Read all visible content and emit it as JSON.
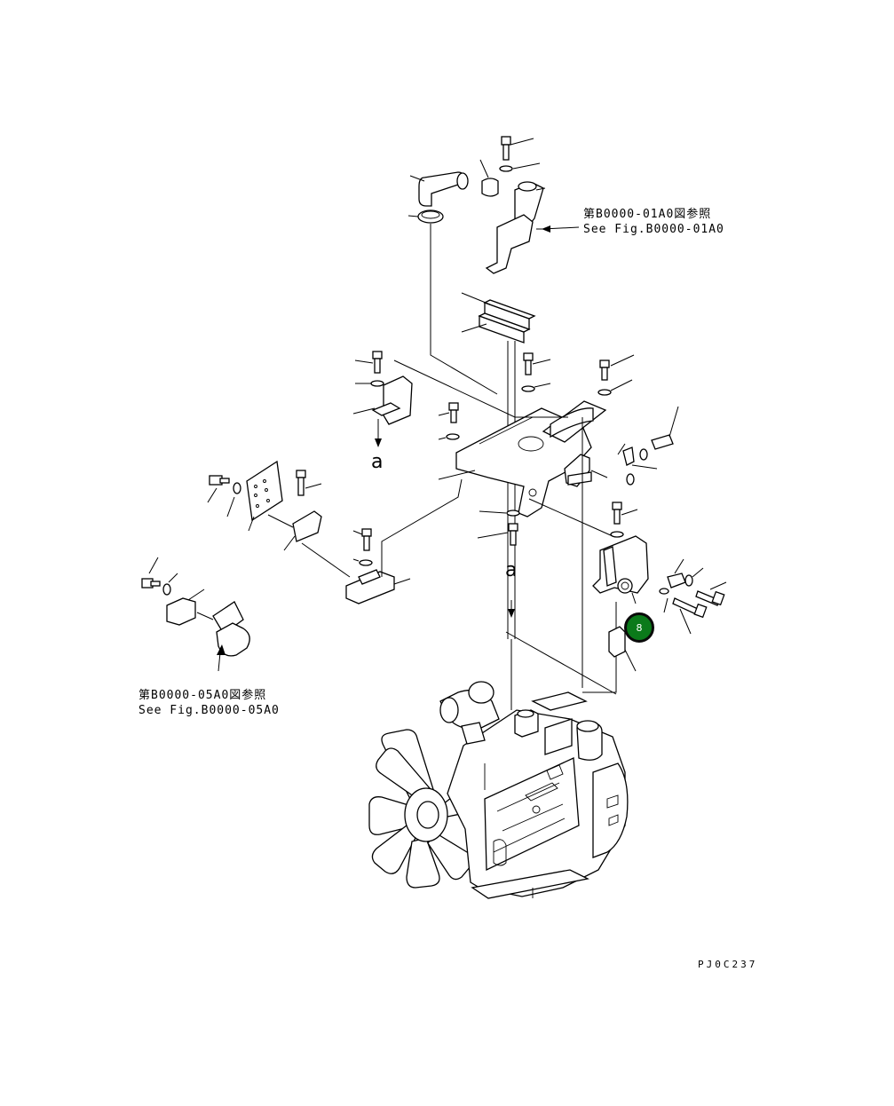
{
  "references": {
    "top_jp": "第B0000-01A0図参照",
    "top_en": "See Fig.B0000-01A0",
    "left_jp": "第B0000-05A0図参照",
    "left_en": "See Fig.B0000-05A0"
  },
  "view_marks": {
    "upper": "a",
    "lower": "a"
  },
  "marker": {
    "label": "8",
    "color": "#0b7a1a"
  },
  "drawing_code": "PJ0C237"
}
